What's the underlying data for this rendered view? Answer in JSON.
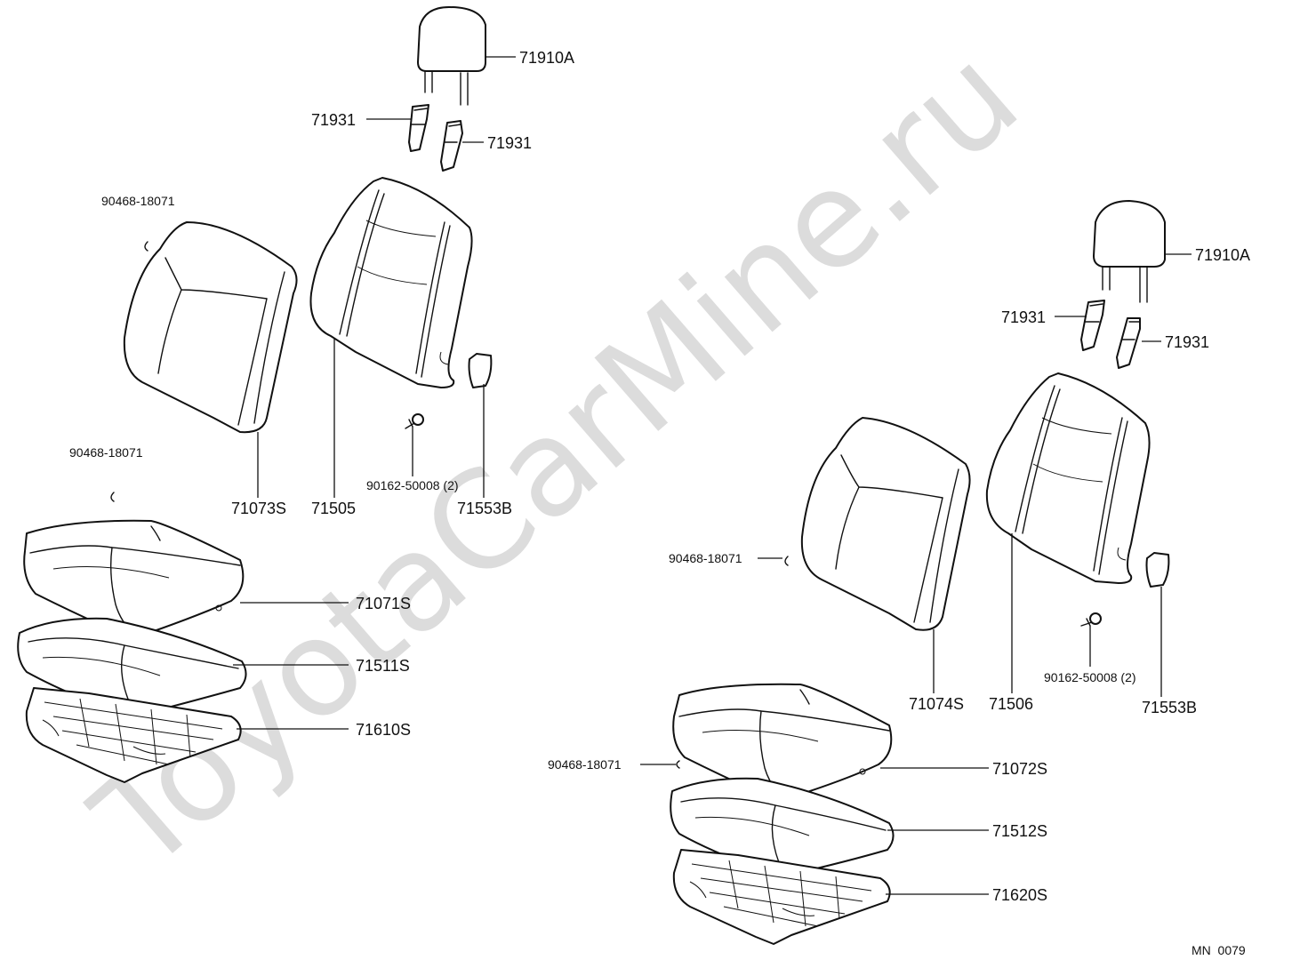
{
  "watermark": "ToyotaCarMine.ru",
  "drawing_code": "MN  0079",
  "left_assembly": {
    "headrest": "71910A",
    "support_left": "71931",
    "support_right": "71931",
    "clip_back": "90468-18071",
    "back_cover": "71073S",
    "back_pad": "71505",
    "screw": "90162-50008 (2)",
    "knob_cover": "71553B",
    "clip_cushion": "90468-18071",
    "cushion_cover": "71071S",
    "cushion_pad": "71511S",
    "cushion_frame": "71610S"
  },
  "right_assembly": {
    "headrest": "71910A",
    "support_left": "71931",
    "support_right": "71931",
    "clip_back": "90468-18071",
    "back_cover": "71074S",
    "back_pad": "71506",
    "screw": "90162-50008 (2)",
    "knob_cover": "71553B",
    "clip_cushion": "90468-18071",
    "cushion_cover": "71072S",
    "cushion_pad": "71512S",
    "cushion_frame": "71620S"
  }
}
